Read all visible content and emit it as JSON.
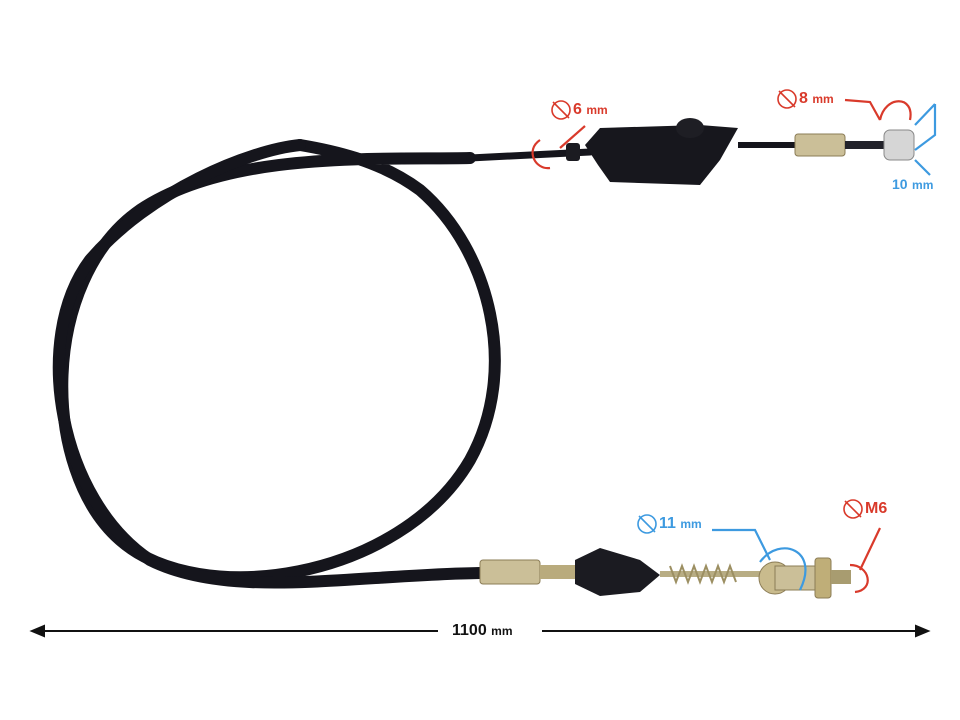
{
  "image": {
    "subject": "Motorcycle clutch/brake control cable with fittings",
    "colors": {
      "dimension_red": "#d93a2b",
      "dimension_blue": "#3d9ae0",
      "cable": "#15151c",
      "metal": "#c8b98a",
      "background": "#ffffff"
    }
  },
  "annotations": {
    "top_left_diameter": {
      "value": "6",
      "unit": "mm",
      "color": "red"
    },
    "top_right_diameter": {
      "value": "8",
      "unit": "mm",
      "color": "red"
    },
    "top_right_width": {
      "value": "10",
      "unit": "mm",
      "color": "blue"
    },
    "bottom_barrel_diameter": {
      "value": "11",
      "unit": "mm",
      "color": "blue"
    },
    "bottom_thread": {
      "value": "M6",
      "unit": "",
      "color": "red"
    },
    "overall_length": {
      "value": "1100",
      "unit": "mm",
      "color": "black"
    }
  }
}
